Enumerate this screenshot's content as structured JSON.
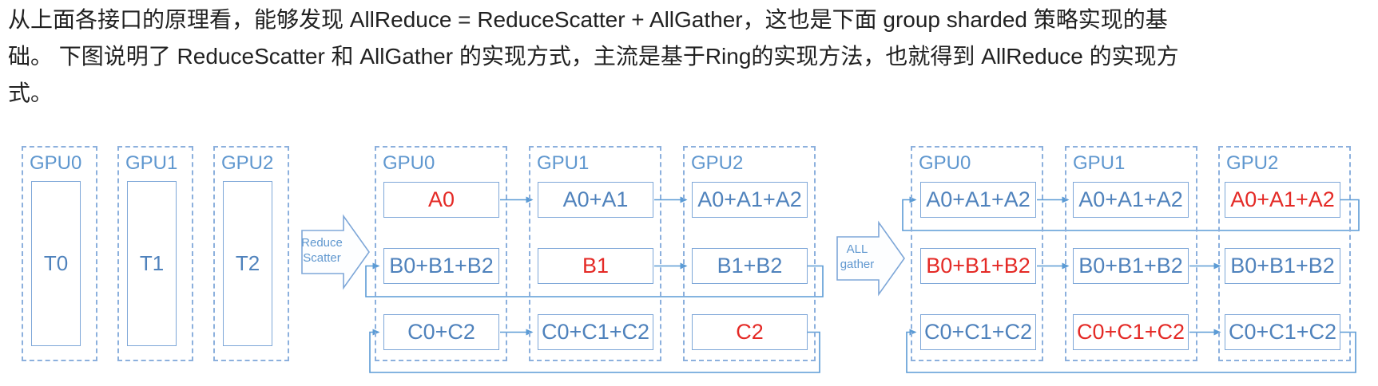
{
  "colors": {
    "ink": "#212121",
    "red": "#e42a26",
    "blue-text": "#4f82bc",
    "label": "#5f97cf",
    "border": "#7ea7d8",
    "line": "#5b9bd5"
  },
  "paragraph": {
    "lines": [
      "从上面各接口的原理看，能够发现 AllReduce = ReduceScatter + AllGather，这也是下面 group sharded 策略实现的基",
      "础。 下图说明了 ReduceScatter 和 AllGather 的实现方式，主流是基于Ring的实现方法，也就得到 AllReduce 的实现方",
      "式。"
    ]
  },
  "diagram": {
    "initial": {
      "gpus": [
        {
          "label": "GPU0",
          "tensor": "T0"
        },
        {
          "label": "GPU1",
          "tensor": "T1"
        },
        {
          "label": "GPU2",
          "tensor": "T2"
        }
      ]
    },
    "reduce_scatter_arrow": {
      "line1": "Reduce",
      "line2": "Scatter"
    },
    "all_gather_arrow": {
      "line1": "ALL",
      "line2": "gather"
    },
    "reduce_scatter": {
      "gpus": [
        {
          "label": "GPU0",
          "cells": [
            {
              "text": "A0",
              "highlight": true
            },
            {
              "text": "B0+B1+B2",
              "highlight": false
            },
            {
              "text": "C0+C2",
              "highlight": false
            }
          ]
        },
        {
          "label": "GPU1",
          "cells": [
            {
              "text": "A0+A1",
              "highlight": false
            },
            {
              "text": "B1",
              "highlight": true
            },
            {
              "text": "C0+C1+C2",
              "highlight": false
            }
          ]
        },
        {
          "label": "GPU2",
          "cells": [
            {
              "text": "A0+A1+A2",
              "highlight": false
            },
            {
              "text": "B1+B2",
              "highlight": false
            },
            {
              "text": "C2",
              "highlight": true
            }
          ]
        }
      ]
    },
    "all_gather": {
      "gpus": [
        {
          "label": "GPU0",
          "cells": [
            {
              "text": "A0+A1+A2",
              "highlight": false
            },
            {
              "text": "B0+B1+B2",
              "highlight": true
            },
            {
              "text": "C0+C1+C2",
              "highlight": false
            }
          ]
        },
        {
          "label": "GPU1",
          "cells": [
            {
              "text": "A0+A1+A2",
              "highlight": false
            },
            {
              "text": "B0+B1+B2",
              "highlight": false
            },
            {
              "text": "C0+C1+C2",
              "highlight": true
            }
          ]
        },
        {
          "label": "GPU2",
          "cells": [
            {
              "text": "A0+A1+A2",
              "highlight": true
            },
            {
              "text": "B0+B1+B2",
              "highlight": false
            },
            {
              "text": "C0+C1+C2",
              "highlight": false
            }
          ]
        }
      ]
    }
  }
}
